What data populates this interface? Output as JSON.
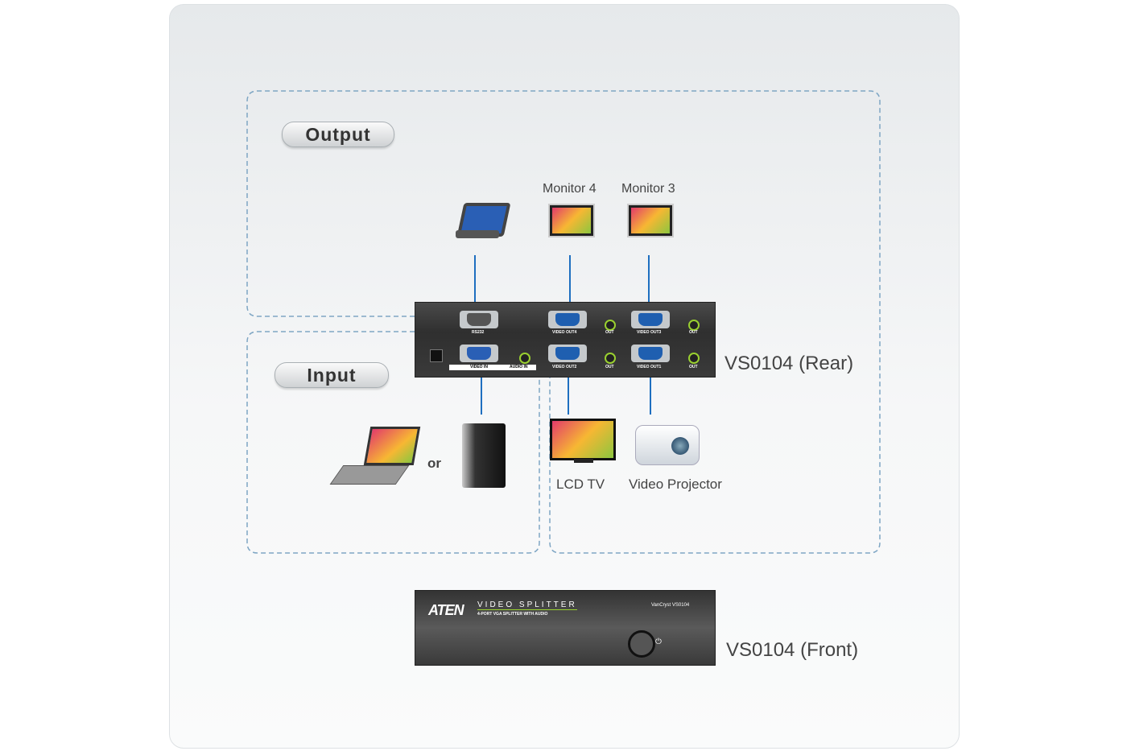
{
  "sections": {
    "output": "Output",
    "input": "Input"
  },
  "devices": {
    "monitor4": "Monitor 4",
    "monitor3": "Monitor 3",
    "lcd_tv": "LCD TV",
    "projector": "Video Projector",
    "or": "or"
  },
  "rear": {
    "title": "VS0104 (Rear)",
    "ports": {
      "rs232": "RS232",
      "out4": "VIDEO OUT4",
      "out3": "VIDEO OUT3",
      "out2": "VIDEO OUT2",
      "out1": "VIDEO OUT1",
      "video_in": "VIDEO IN",
      "audio_in": "AUDIO IN",
      "out": "OUT"
    }
  },
  "front": {
    "title": "VS0104 (Front)",
    "brand": "ATEN",
    "product": "VIDEO SPLITTER",
    "subtitle": "4-PORT VGA SPLITTER WITH AUDIO",
    "model": "VanCryst VS0104"
  },
  "colors": {
    "cable": "#1e6fc0",
    "dashed": "#7fa6c4",
    "audio_jack": "#9ad030",
    "vga": "#1f5fb0"
  }
}
